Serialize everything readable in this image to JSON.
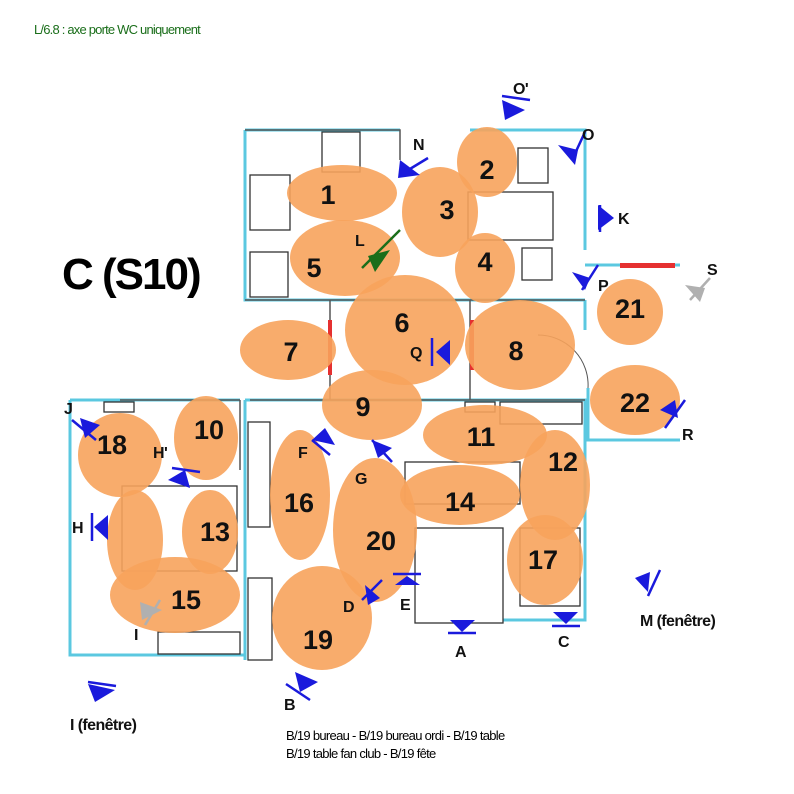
{
  "note": "L/6.8 : axe porte WC uniquement",
  "title": "C (S10)",
  "caption": [
    "B/19 bureau - B/19 bureau ordi - B/19 table",
    "B/19 table fan club - B/19 fête"
  ],
  "colors": {
    "zone": "#f7a35c",
    "camera": "#1a1adc",
    "camera_green": "#1a6e1a",
    "camera_gray": "#b0b0b0",
    "wall": "#5bc8e0"
  },
  "zones": [
    "1",
    "2",
    "3",
    "4",
    "5",
    "6",
    "7",
    "8",
    "9",
    "10",
    "11",
    "12",
    "13",
    "14",
    "15",
    "16",
    "17",
    "18",
    "19",
    "20",
    "21",
    "22"
  ],
  "markers": {
    "O_prime": "O'",
    "N": "N",
    "O": "O",
    "K": "K",
    "L": "L",
    "S": "S",
    "P": "P",
    "Q": "Q",
    "R": "R",
    "J": "J",
    "H_prime": "H'",
    "F": "F",
    "G": "G",
    "H": "H",
    "D": "D",
    "E": "E",
    "A": "A",
    "C": "C",
    "M": "M (fenêtre)",
    "I_gray": "I",
    "I": "I (fenêtre)",
    "B": "B"
  }
}
